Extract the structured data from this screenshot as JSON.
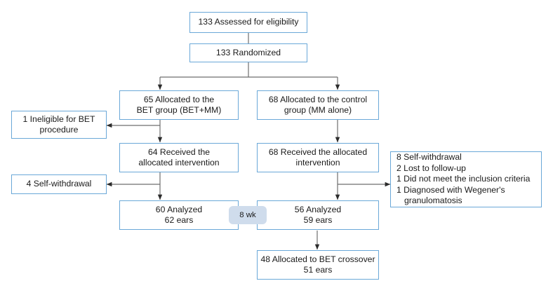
{
  "diagram": {
    "title": "CONSORT participant flow diagram",
    "colors": {
      "box_border": "#6aa8d8",
      "box_fill": "#ffffff",
      "connector": "#6d6d6d",
      "badge_fill": "#cfdcec",
      "text": "#1a1a1a"
    }
  },
  "nodes": {
    "assessed": {
      "lines": [
        "133 Assessed for eligibility"
      ]
    },
    "randomized": {
      "lines": [
        "133 Randomized"
      ]
    },
    "allocated_bet": {
      "lines": [
        "65 Allocated to the",
        "BET group (BET+MM)"
      ]
    },
    "allocated_control": {
      "lines": [
        "68 Allocated to the control",
        "group (MM alone)"
      ]
    },
    "ineligible": {
      "lines": [
        "1 Ineligible for BET",
        "procedure"
      ]
    },
    "received_bet": {
      "lines": [
        "64 Received the",
        "allocated intervention"
      ]
    },
    "received_control": {
      "lines": [
        "68 Received the allocated",
        "intervention"
      ]
    },
    "withdrawal_left": {
      "lines": [
        "4 Self-withdrawal"
      ]
    },
    "exclusions_right": {
      "lines": [
        "8 Self-withdrawal",
        "2 Lost to follow-up",
        "1 Did not meet the inclusion criteria",
        "1 Diagnosed with Wegener's",
        "granulomatosis"
      ]
    },
    "analyzed_bet": {
      "lines": [
        "60 Analyzed",
        "62 ears"
      ]
    },
    "analyzed_control": {
      "lines": [
        "56 Analyzed",
        "59 ears"
      ]
    },
    "crossover": {
      "lines": [
        "48 Allocated to BET crossover",
        "51 ears"
      ]
    },
    "timepoint_badge": {
      "label": "8 wk"
    }
  }
}
